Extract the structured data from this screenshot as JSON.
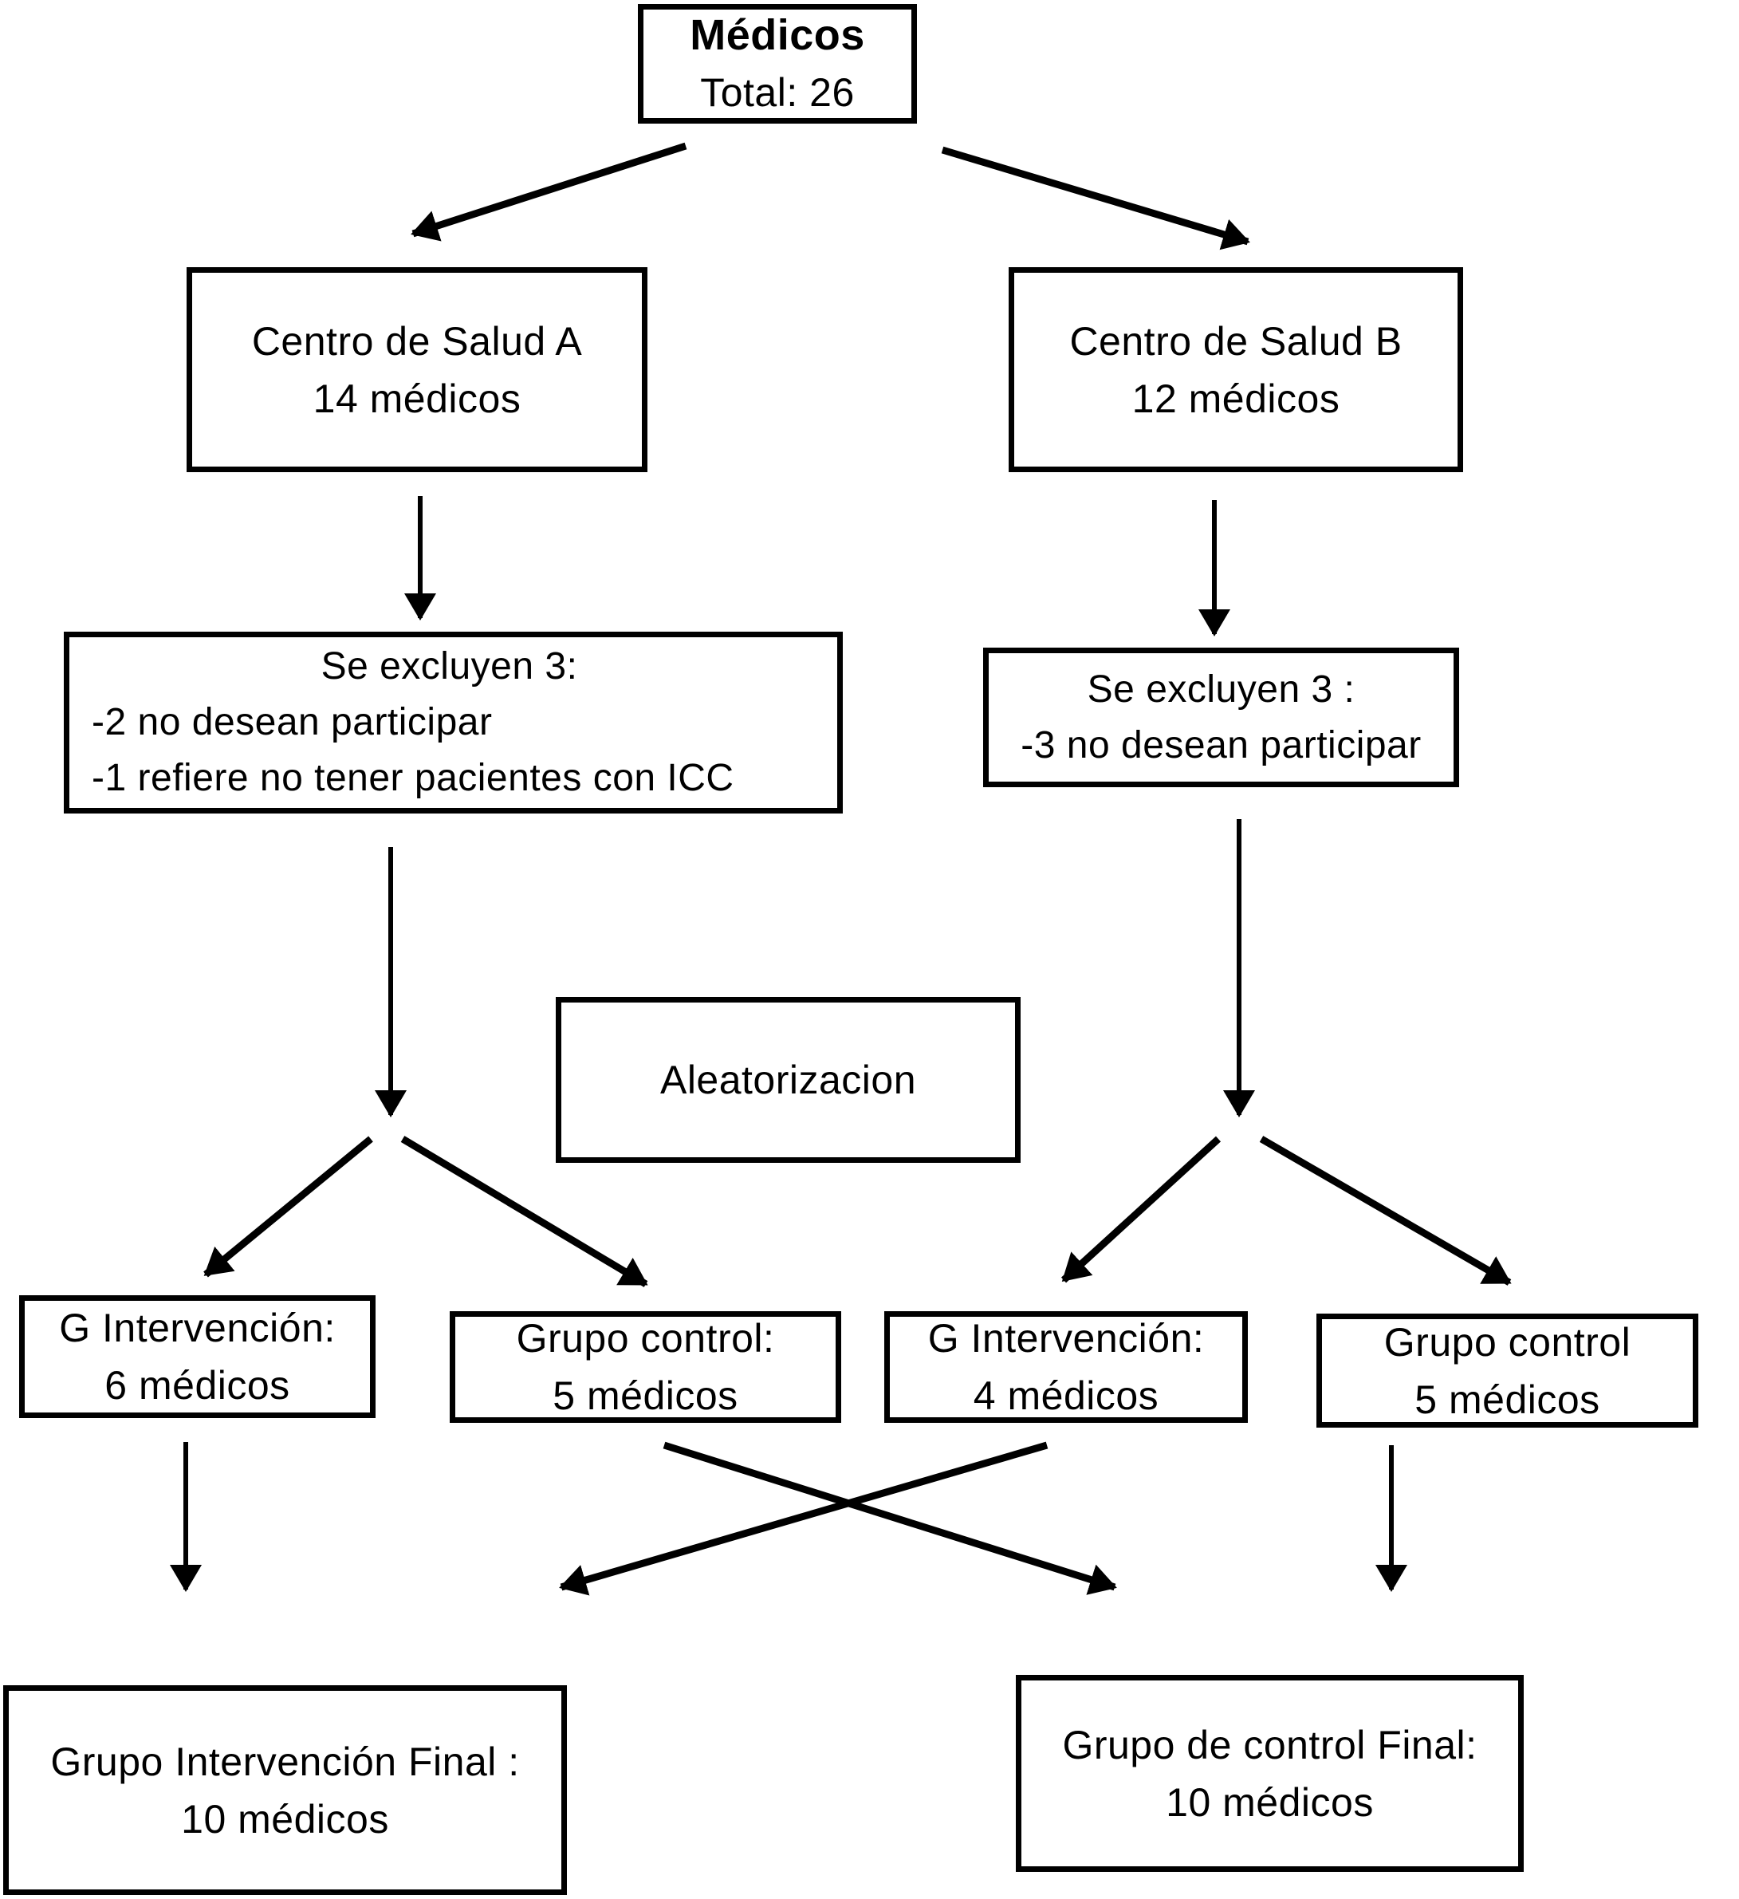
{
  "diagram": {
    "kind": "flowchart",
    "language": "es",
    "colors": {
      "line": "#000000",
      "background": "#ffffff",
      "text": "#000000"
    },
    "nodes": {
      "medicos": {
        "line1": "Médicos",
        "line2": "Total: 26"
      },
      "centro_a": {
        "line1": "Centro de Salud A",
        "line2": "14 médicos"
      },
      "centro_b": {
        "line1": "Centro de Salud B",
        "line2": "12 médicos"
      },
      "exclusion_a": {
        "line1": "Se excluyen 3:",
        "line2": "-2 no desean participar",
        "line3": "-1 refiere no tener pacientes con ICC"
      },
      "exclusion_b": {
        "line1": "Se excluyen 3 :",
        "line2": "-3 no desean participar"
      },
      "aleatorizacion": {
        "line1": "Aleatorizacion"
      },
      "intervencion_a": {
        "line1": "G Intervención:",
        "line2": "6 médicos"
      },
      "control_a": {
        "line1": "Grupo control:",
        "line2": "5 médicos"
      },
      "intervencion_b": {
        "line1": "G Intervención:",
        "line2": "4 médicos"
      },
      "control_b": {
        "line1": "Grupo control",
        "line2": "5 médicos"
      },
      "final_intervencion": {
        "line1": "Grupo Intervención Final :",
        "line2": "10 médicos"
      },
      "final_control": {
        "line1": "Grupo de control Final:",
        "line2": "10 médicos"
      }
    }
  }
}
